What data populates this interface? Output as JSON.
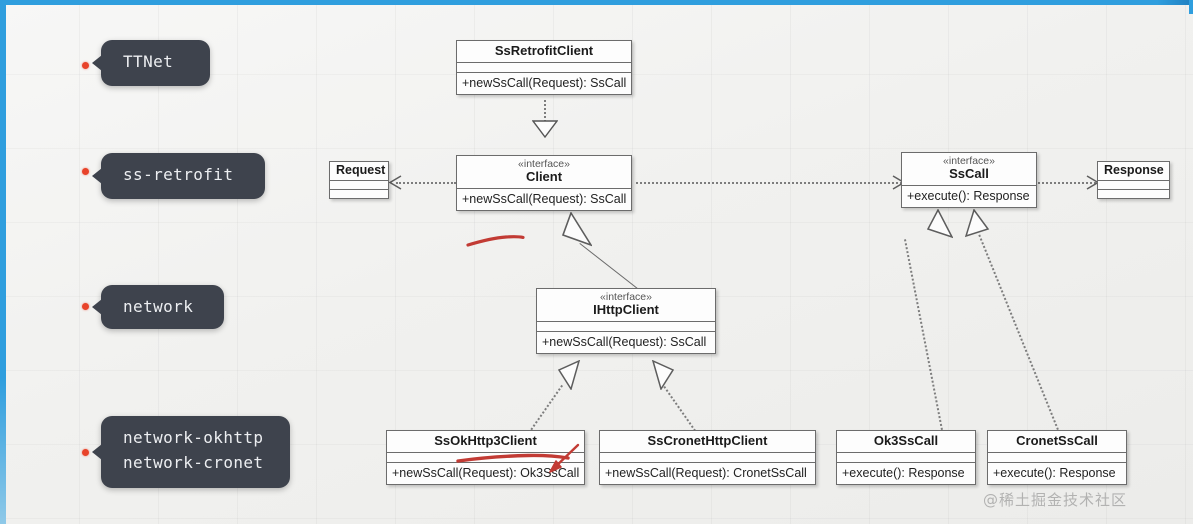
{
  "diagram": {
    "title": "TTNet networking architecture UML class diagram",
    "watermark": "@稀土掘金技术社区",
    "accent_blue": "#2f9ede",
    "ink_red": "#c23b34",
    "callout_bg": "#3e434d",
    "dot_color": "#e8432a"
  },
  "callouts": [
    {
      "id": "ttnet",
      "line1": "TTNet",
      "line2": ""
    },
    {
      "id": "ssretro",
      "line1": "ss-retrofit",
      "line2": ""
    },
    {
      "id": "network",
      "line1": "network",
      "line2": ""
    },
    {
      "id": "netimpl",
      "line1": "network-okhttp",
      "line2": "network-cronet"
    }
  ],
  "classes": {
    "ss_retrofit_client": {
      "stereotype": "",
      "name": "SsRetrofitClient",
      "methods": [
        "+newSsCall(Request): SsCall"
      ]
    },
    "client": {
      "stereotype": "«interface»",
      "name": "Client",
      "methods": [
        "+newSsCall(Request): SsCall"
      ]
    },
    "request": {
      "stereotype": "",
      "name": "Request",
      "methods": []
    },
    "ss_call": {
      "stereotype": "«interface»",
      "name": "SsCall",
      "methods": [
        "+execute(): Response"
      ]
    },
    "response": {
      "stereotype": "",
      "name": "Response",
      "methods": []
    },
    "i_http_client": {
      "stereotype": "«interface»",
      "name": "IHttpClient",
      "methods": [
        "+newSsCall(Request): SsCall"
      ]
    },
    "ss_okhttp3_client": {
      "stereotype": "",
      "name": "SsOkHttp3Client",
      "methods": [
        "+newSsCall(Request): Ok3SsCall"
      ]
    },
    "ss_cronet_http_client": {
      "stereotype": "",
      "name": "SsCronetHttpClient",
      "methods": [
        "+newSsCall(Request): CronetSsCall"
      ]
    },
    "ok3_ss_call": {
      "stereotype": "",
      "name": "Ok3SsCall",
      "methods": [
        "+execute(): Response"
      ]
    },
    "cronet_ss_call": {
      "stereotype": "",
      "name": "CronetSsCall",
      "methods": [
        "+execute(): Response"
      ]
    }
  },
  "relations": [
    {
      "from": "SsRetrofitClient",
      "to": "Client",
      "type": "realization"
    },
    {
      "from": "Client",
      "to": "Request",
      "type": "dependency"
    },
    {
      "from": "Client",
      "to": "SsCall",
      "type": "dependency"
    },
    {
      "from": "SsCall",
      "to": "Response",
      "type": "dependency"
    },
    {
      "from": "IHttpClient",
      "to": "Client",
      "type": "generalization"
    },
    {
      "from": "SsOkHttp3Client",
      "to": "IHttpClient",
      "type": "realization"
    },
    {
      "from": "SsCronetHttpClient",
      "to": "IHttpClient",
      "type": "realization"
    },
    {
      "from": "Ok3SsCall",
      "to": "SsCall",
      "type": "realization"
    },
    {
      "from": "CronetSsCall",
      "to": "SsCall",
      "type": "realization"
    }
  ]
}
